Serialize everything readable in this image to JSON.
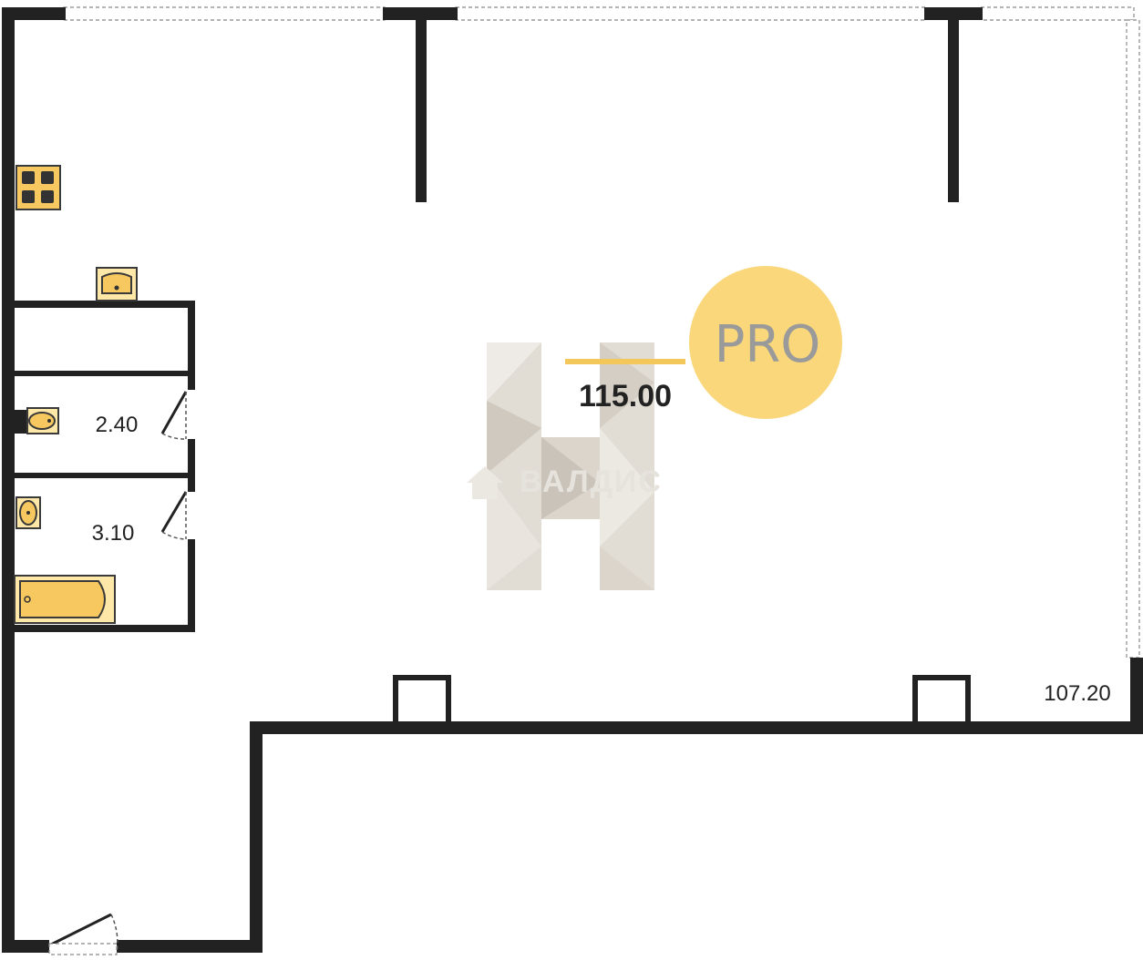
{
  "plan": {
    "main_area": "115.00",
    "bathroom_area": "2.40",
    "shower_area": "3.10",
    "external_area": "107.20"
  },
  "watermark": {
    "badge_text": "PRO",
    "brand_text": "ВАЛДИС"
  },
  "colors": {
    "wall": "#222222",
    "fixture": "#f6c85f",
    "badge": "#f8d36b",
    "watermark": "#d8d2c8"
  },
  "icons": [
    "stove-icon",
    "sink-icon",
    "toilet-icon",
    "washbasin-icon",
    "bathtub-icon",
    "home-icon"
  ]
}
